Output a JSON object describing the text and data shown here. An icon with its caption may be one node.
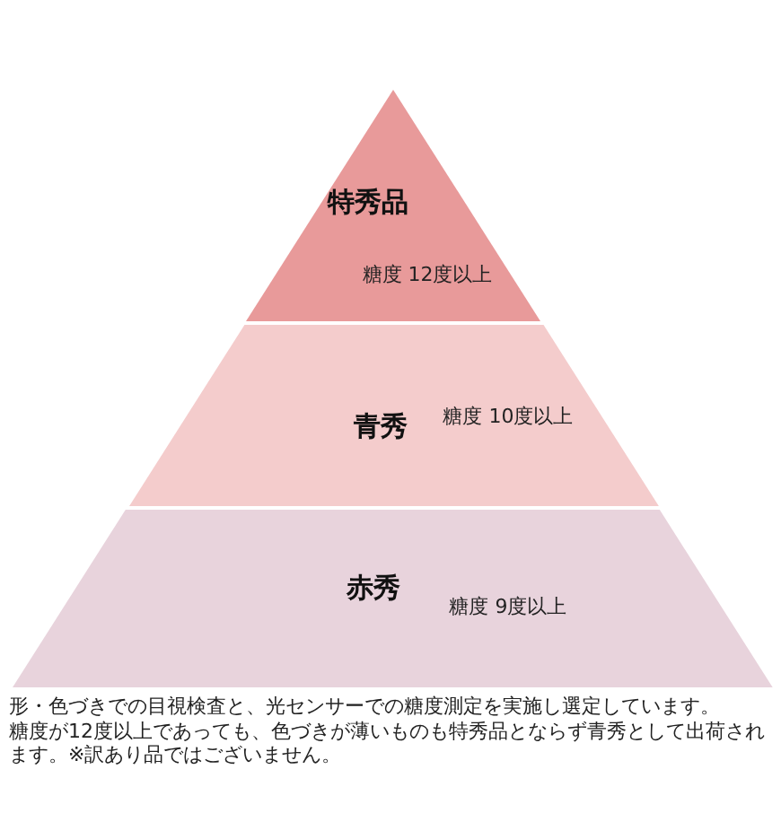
{
  "diagram": {
    "nodes": [
      {
        "text": [
          "特秀品",
          "糖度 12度以上"
        ]
      },
      {
        "text": [
          "青秀",
          "糖度 10度以上"
        ]
      },
      {
        "text": [
          "赤秀",
          "糖度 9度以上"
        ]
      }
    ],
    "labels": [
      "形・色づきでの目視検査と、光センサーでの糖度測定を実施し選定しています。",
      "糖度が12度以上であっても、色づきが薄いものも特秀品とならず青秀として出荷されます。※訳あり品ではございません。"
    ]
  }
}
